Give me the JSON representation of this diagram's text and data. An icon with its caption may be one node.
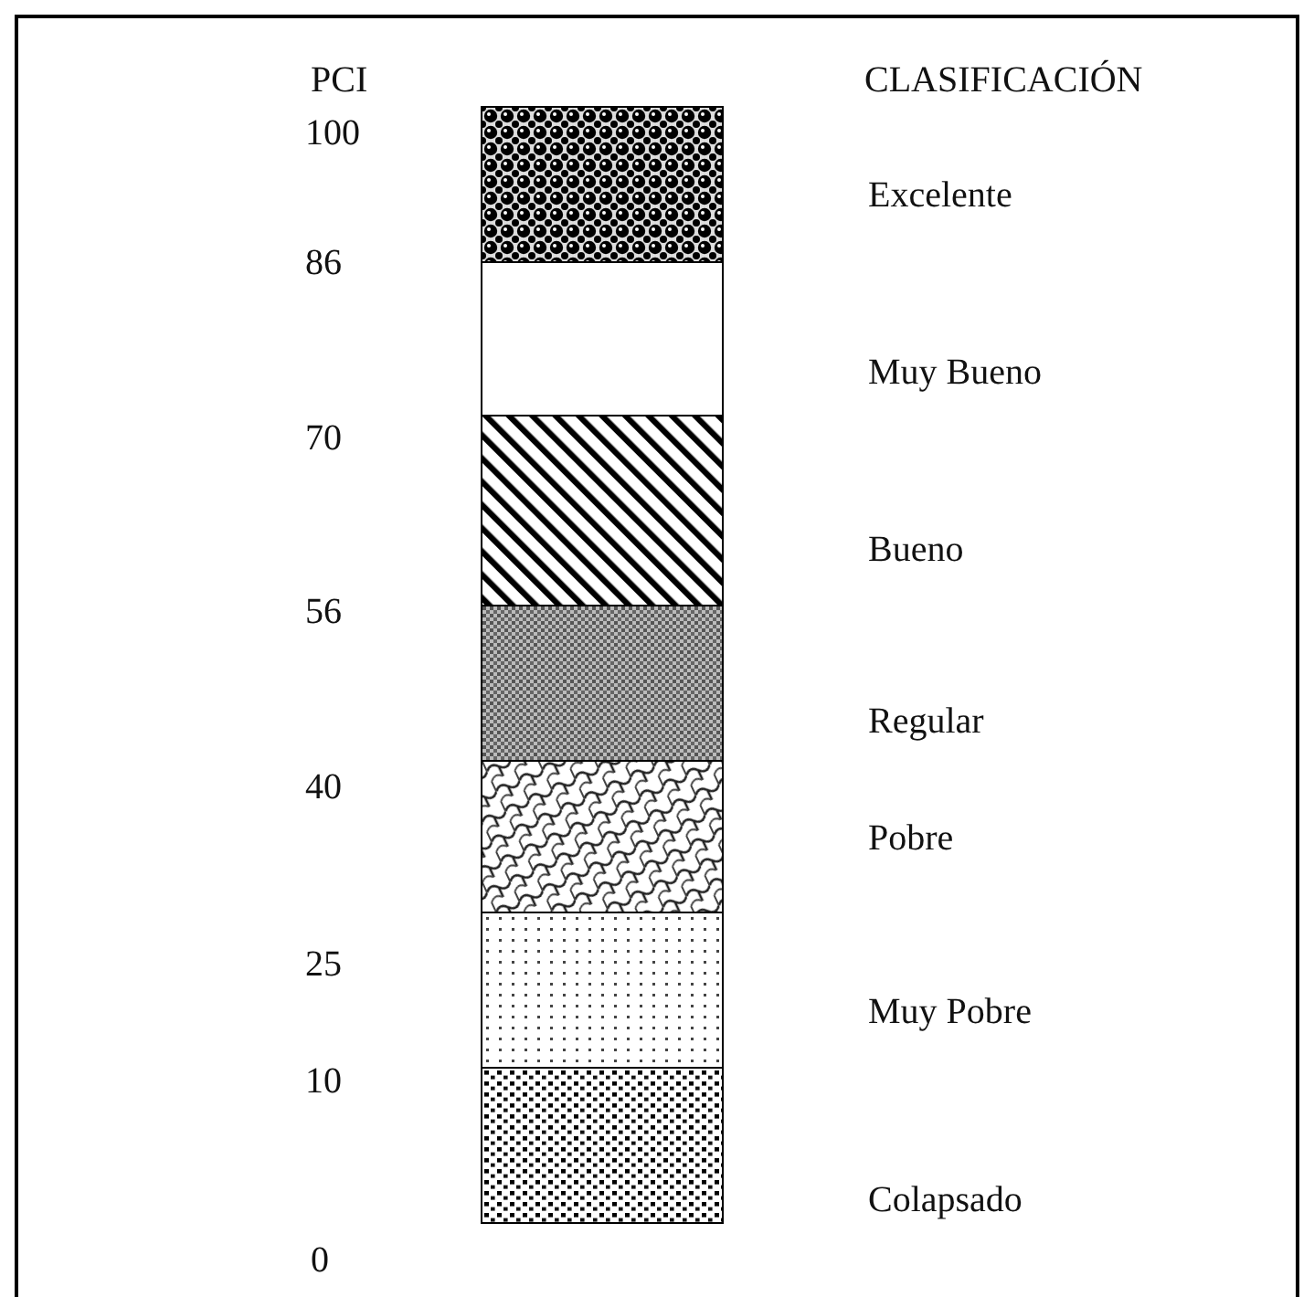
{
  "diagram": {
    "nodes": [
      {
        "text": [],
        "shape": "box",
        "beside": [
          "Excelente"
        ]
      },
      {
        "text": [],
        "shape": "box",
        "beside": [
          "Muy Bueno"
        ]
      },
      {
        "text": [],
        "shape": "box",
        "beside": [
          "Bueno"
        ]
      },
      {
        "text": [],
        "shape": "box",
        "beside": [
          "Regular"
        ]
      },
      {
        "text": [],
        "shape": "box",
        "beside": [
          "Pobre"
        ]
      },
      {
        "text": [],
        "shape": "box",
        "beside": [
          "Muy Pobre"
        ]
      },
      {
        "text": [],
        "shape": "box",
        "beside": [
          "Colapsado"
        ]
      }
    ],
    "labels": [
      "PCI",
      "CLASIFICACIÓN",
      "100",
      "86",
      "70",
      "56",
      "40",
      "25",
      "10",
      "0"
    ]
  }
}
